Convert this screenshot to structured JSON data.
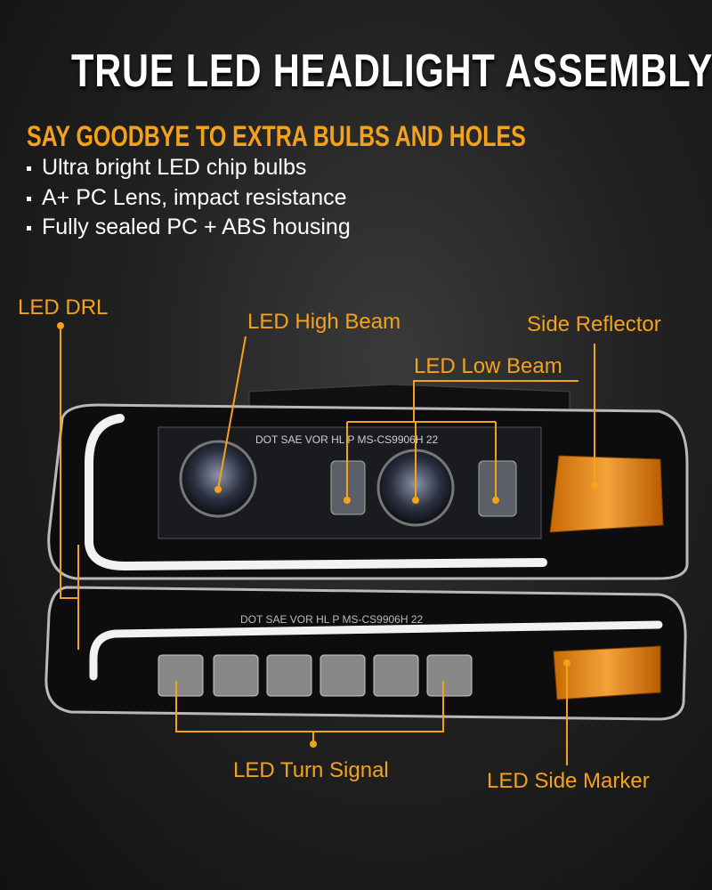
{
  "title": "TRUE LED HEADLIGHT ASSEMBLY",
  "subtitle": "SAY GOODBYE TO EXTRA BULBS AND HOLES",
  "bullets": [
    "Ultra bright LED chip bulbs",
    "A+ PC Lens, impact resistance",
    "Fully sealed PC + ABS housing"
  ],
  "labels": {
    "drl": "LED DRL",
    "high_beam": "LED High Beam",
    "side_reflector": "Side Reflector",
    "low_beam": "LED Low Beam",
    "turn_signal": "LED Turn Signal",
    "side_marker": "LED Side Marker"
  },
  "lens_marking": "DOT SAE VOR HL P MS-CS9906H 22",
  "colors": {
    "accent": "#f5a21b",
    "amber": "#e8900f",
    "background": "#1e1e1e"
  }
}
